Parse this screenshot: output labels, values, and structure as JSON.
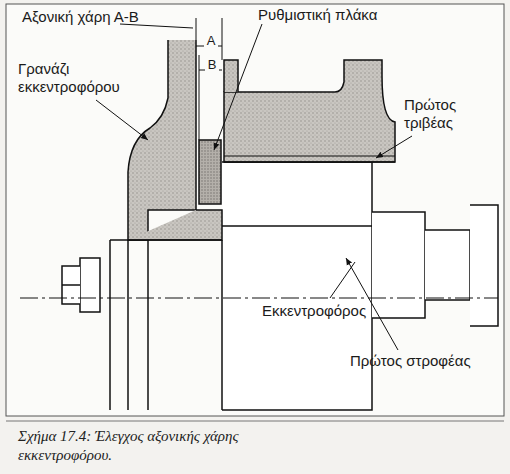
{
  "diagram": {
    "caption": "Σχήμα 17.4: Έλεγχος αξονικής χάρης εκκεντροφόρου.",
    "labels": [
      "Αξονική χάρη Α-Β",
      "A",
      "B",
      "Ρυθμιστική πλάκα",
      "Γρανάζι εκκεντροφόρου",
      "Πρώτος τριβέας",
      "Εκκεντροφόρος",
      "Πρώτος στροφέας"
    ]
  }
}
